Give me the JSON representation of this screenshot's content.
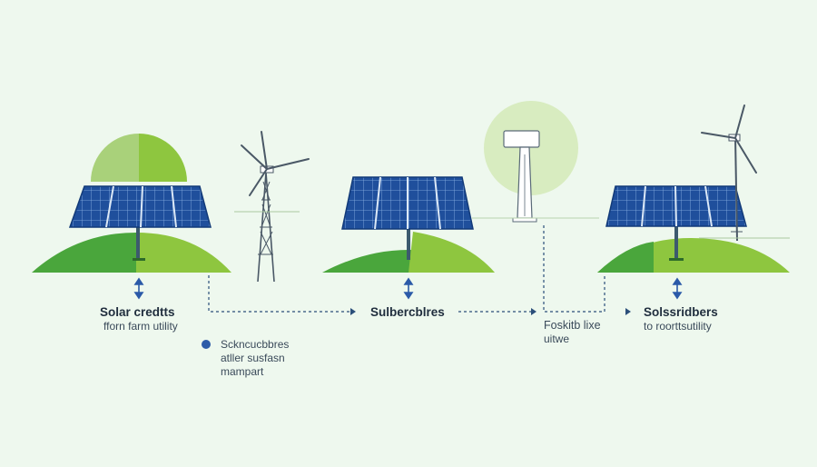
{
  "colors": {
    "background": "#eef8ee",
    "hill_dark": "#4aa63c",
    "hill_light": "#8ec63f",
    "sun": "#a9d17a",
    "panel": "#1f4f9c",
    "arrow": "#2b5aa8",
    "dot": "#2e5ca8"
  },
  "stages": [
    {
      "title": "Solar credtts",
      "subtitle": "fforn farm utility"
    },
    {
      "title": "Sulbercblres"
    },
    {
      "title": "Foskitb lixe",
      "subtitle": "uitwe"
    },
    {
      "title": "Solssridbers",
      "subtitle": "to roorttsutility"
    }
  ],
  "legend": {
    "line1": "Sckncucbbres",
    "line2": "atller susfasn",
    "line3": "mampart"
  }
}
